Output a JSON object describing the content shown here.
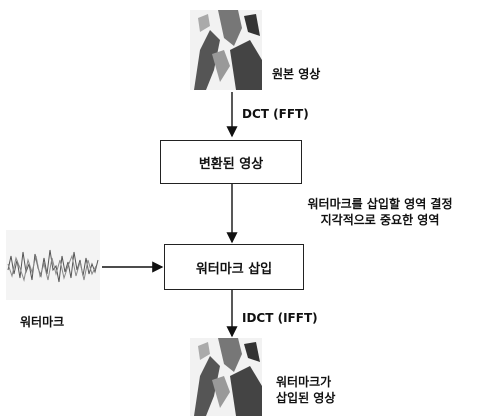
{
  "original_image": {
    "label": "원본 영상",
    "icon": "lena-grayscale-image"
  },
  "step_forward": {
    "label": "DCT (FFT)"
  },
  "transformed_box": {
    "label": "변환된 영상"
  },
  "region_note": {
    "line1": "워터마크를 삽입할 영역 결정",
    "line2": "지각적으로 중요한 영역"
  },
  "watermark_source": {
    "label": "워터마크",
    "icon": "noise-signal-image"
  },
  "insert_box": {
    "label": "워터마크 삽입"
  },
  "step_inverse": {
    "label": "IDCT (IFFT)"
  },
  "result_image": {
    "line1": "워터마크가",
    "line2": "삽입된 영상",
    "icon": "lena-grayscale-image"
  }
}
